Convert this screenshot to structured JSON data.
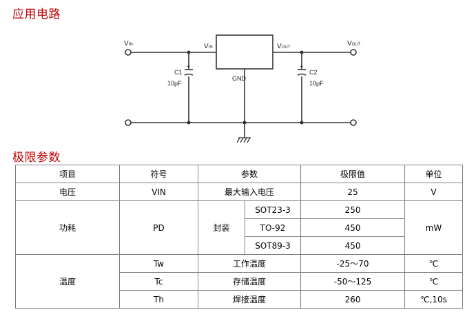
{
  "sections": {
    "circuit_title": "应用电路",
    "limits_title": "极限参数"
  },
  "circuit": {
    "vin_label": "V",
    "vin_sub": "IN",
    "reg_vin_label": "V",
    "reg_vin_sub": "IN",
    "reg_vout_label": "V",
    "reg_vout_sub": "OUT",
    "vout_label": "V",
    "vout_sub": "OUT",
    "gnd_label": "GND",
    "c1_name": "C1",
    "c1_value": "10μF",
    "c2_name": "C2",
    "c2_value": "10μF",
    "plus": "+"
  },
  "table": {
    "headers": [
      "项目",
      "符号",
      "参数",
      "极限值",
      "单位"
    ],
    "voltage": {
      "item": "电压",
      "symbol": "VIN",
      "param": "最大输入电压",
      "value": "25",
      "unit": "V"
    },
    "power": {
      "item": "功耗",
      "symbol": "PD",
      "param": "封装",
      "unit": "mW",
      "packages": [
        {
          "name": "SOT23-3",
          "value": "250"
        },
        {
          "name": "TO-92",
          "value": "450"
        },
        {
          "name": "SOT89-3",
          "value": "450"
        }
      ]
    },
    "temperature": {
      "item": "温度",
      "rows": [
        {
          "symbol": "Tw",
          "param": "工作温度",
          "value": "-25～70",
          "unit": "℃"
        },
        {
          "symbol": "Tc",
          "param": "存储温度",
          "value": "-50～125",
          "unit": "℃"
        },
        {
          "symbol": "Th",
          "param": "焊接温度",
          "value": "260",
          "unit": "℃,10s"
        }
      ]
    }
  }
}
